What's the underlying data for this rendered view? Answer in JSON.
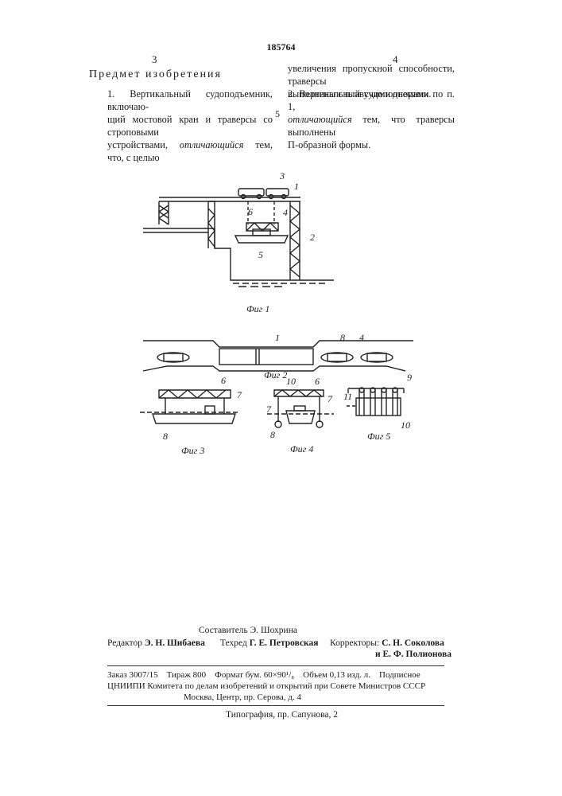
{
  "patent_number": "185764",
  "column_numbers": {
    "left": "3",
    "right": "4"
  },
  "section_heading": "Предмет изобретения",
  "claims": {
    "claim1_prefix": "1. Вертикальный судоподъемник, включающий мостовой кран и траверсы со строповыми устройствами, ",
    "claim1_italic": "отличающийся",
    "claim1_suffix": " тем, что, с целью увеличения пропускной способности, траверсы выполнены с плавучими опорами.",
    "claim2_prefix": "2. Вертикальный судоподъемник по п. 1, ",
    "claim2_italic": "отличающийся",
    "claim2_suffix": " тем, что траверсы выполнены П-образной формы."
  },
  "claim1_col1": {
    "line1": "1. Вертикальный судоподъемник, включаю-",
    "line2": "щий мостовой кран и траверсы со строповыми",
    "line3_pre": "устройствами, ",
    "line3_post": " тем, что, с целью"
  },
  "claim1_col2": {
    "line1": "увеличения пропускной способности, траверсы",
    "line2": "выполнены с плавучими опорами."
  },
  "claim2_col2": {
    "line1": "2. Вертикальный судоподъемник по п. 1,",
    "line2_post": " тем, что траверсы выполнены",
    "line3": "П-образной формы."
  },
  "margin_line_number": "5",
  "figures": {
    "fig1": {
      "caption": "Фиг 1",
      "labels": [
        "3",
        "1",
        "6",
        "4",
        "2",
        "5"
      ]
    },
    "fig2": {
      "caption": "Фиг 2",
      "labels": [
        "1",
        "8",
        "4"
      ]
    },
    "fig3": {
      "caption": "Фиг 3",
      "labels": [
        "6",
        "7",
        "8"
      ]
    },
    "fig4": {
      "caption": "Фиг 4",
      "labels": [
        "10",
        "6",
        "7",
        "7",
        "8"
      ]
    },
    "fig5": {
      "caption": "Фиг 5",
      "labels": [
        "9",
        "11",
        "10"
      ]
    }
  },
  "imprint": {
    "compiler": "Составитель Э. Шохрина",
    "editor_label": "Редактор",
    "editor_name": "Э. Н. Шибаева",
    "techred_label": "Техред",
    "techred_name": "Г. Е. Петровская",
    "correctors_label": "Корректоры:",
    "corrector1": "С. Н. Соколова",
    "corrector2": "и Е. Ф. Полионова",
    "order_line": "Заказ 3007/15    Тираж 800    Формат бум. 60×90¹/₈    Объем 0,13 изд. л.    Подписное",
    "org_line1": "ЦНИИПИ Комитета по делам изобретений и открытий при Совете Министров СССР",
    "org_line2": "Москва, Центр, пр. Серова, д. 4",
    "printing": "Типография, пр. Сапунова, 2"
  }
}
